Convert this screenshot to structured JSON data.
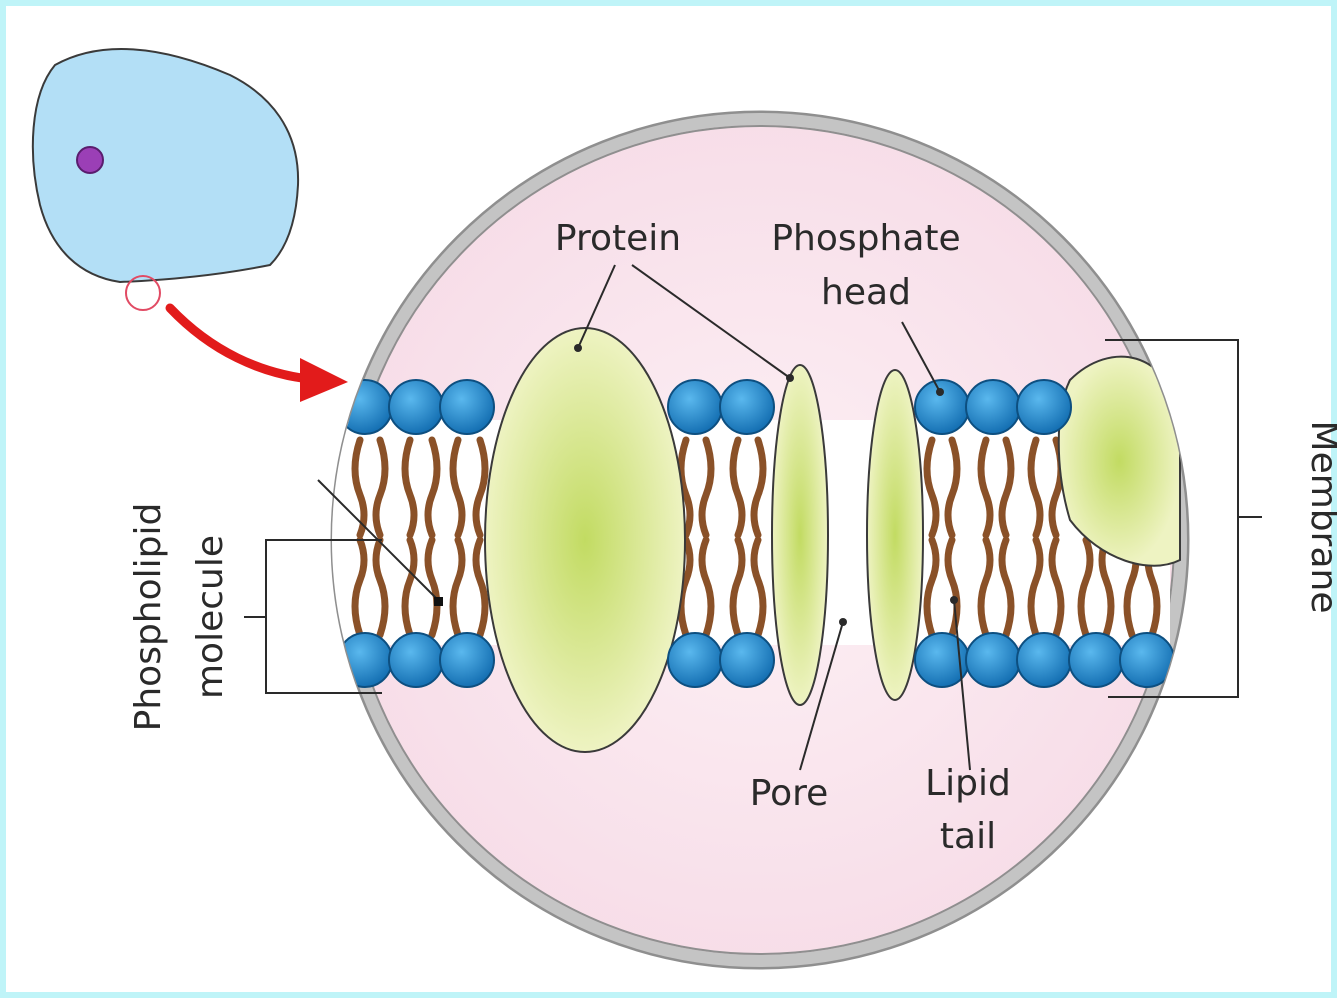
{
  "labels": {
    "protein": "Protein",
    "phosphate_head_line1": "Phosphate",
    "phosphate_head_line2": "head",
    "membrane": "Membrane",
    "phospholipid_line1": "Phospholipid",
    "phospholipid_line2": "molecule",
    "pore": "Pore",
    "lipid_tail_line1": "Lipid",
    "lipid_tail_line2": "tail"
  },
  "colors": {
    "frame_border": "#bff4f8",
    "cell_fill": "#b3dff6",
    "nucleus": "#9b3fb6",
    "zoom_fill": "#fbe6ee",
    "zoom_ring": "#bdbdbd",
    "phosphate_head": "#1f86c8",
    "lipid_tail": "#9a5a2a",
    "protein_fill": "#e8f0b3",
    "protein_center": "#c9e070",
    "arrow": "#e21b1b"
  }
}
